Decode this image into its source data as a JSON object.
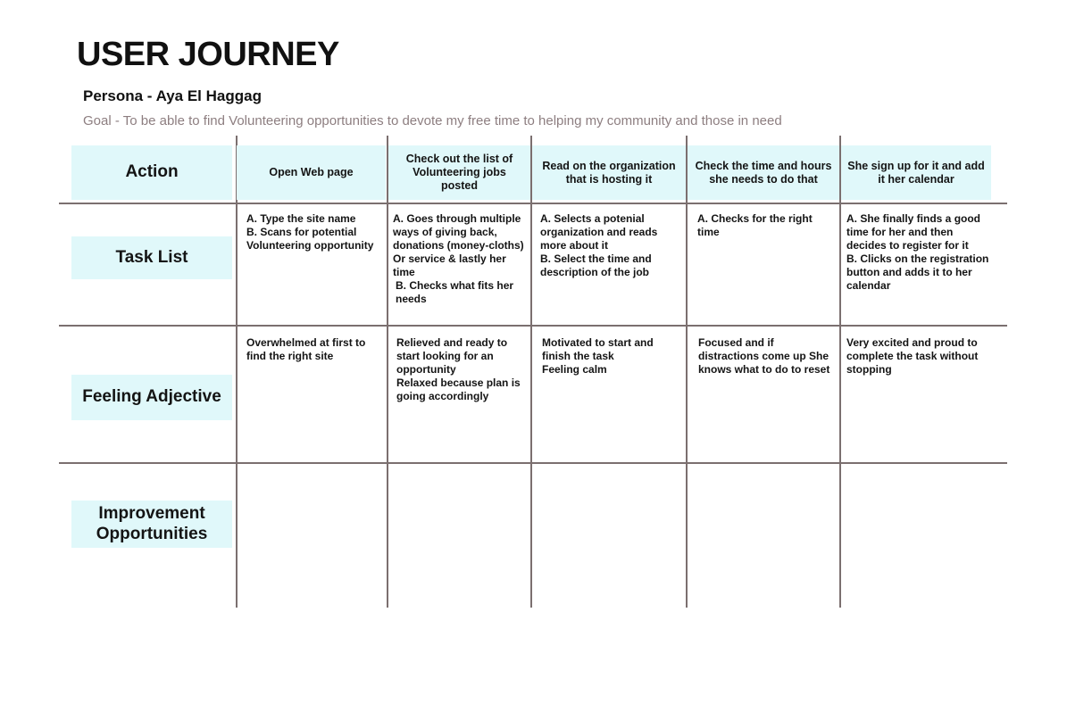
{
  "header": {
    "title": "USER JOURNEY",
    "persona": "Persona - Aya El Haggag",
    "goal": "Goal - To be able to find Volunteering opportunities to devote my free time to helping my community and those in need"
  },
  "table": {
    "row_labels": {
      "action": "Action",
      "tasks": "Task List",
      "feelings": "Feeling Adjective",
      "improvements": "Improvement Opportunities"
    },
    "columns": [
      {
        "action": "Open Web page",
        "tasks": [
          "A. Type the site name",
          "B. Scans for potential Volunteering opportunity"
        ],
        "feelings": [
          "Overwhelmed at first to find the right site"
        ],
        "improvements": []
      },
      {
        "action": "Check out the list of Volunteering jobs posted",
        "tasks": [
          "A.  Goes through multiple ways of giving back, donations (money-cloths) Or service & lastly her time",
          "B. Checks what fits her needs"
        ],
        "feelings": [
          "Relieved and ready to start looking for an opportunity",
          "Relaxed because plan is going accordingly"
        ],
        "improvements": []
      },
      {
        "action": "Read on the organization that is hosting it",
        "tasks": [
          "A.  Selects a potenial organization and reads more about it",
          "B. Select the time and description of the job"
        ],
        "feelings": [
          "Motivated to start and finish the task",
          "Feeling calm"
        ],
        "improvements": []
      },
      {
        "action": "Check the time and hours she needs to do that",
        "tasks": [
          "A. Checks for the right time"
        ],
        "feelings": [
          "Focused and if distractions come up She knows what to do to reset"
        ],
        "improvements": []
      },
      {
        "action": "She sign up for it and add it her calendar",
        "tasks": [
          "A. She finally finds a good time for her and then decides to register for it",
          "B. Clicks on the registration button and adds it to her calendar"
        ],
        "feelings": [
          "Very excited and proud to complete the task without stopping"
        ],
        "improvements": []
      }
    ]
  },
  "colors": {
    "highlight": "#e0f8fa",
    "grid_line": "#7b6f6f",
    "goal_text": "#8d7e80",
    "heading_text": "#141414"
  }
}
